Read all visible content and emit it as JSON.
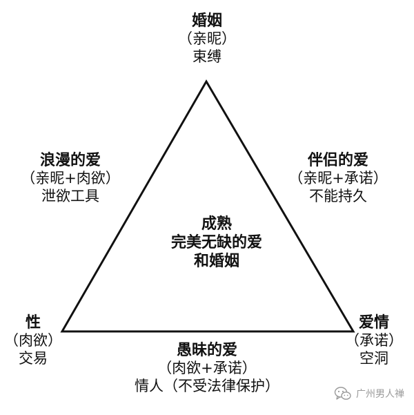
{
  "vertices": {
    "top": {
      "title": "婚姻",
      "line1": "（亲昵）",
      "line2": "束缚"
    },
    "bottom_left": {
      "title": "性",
      "line1": "（肉欲）",
      "line2": "交易"
    },
    "bottom_right": {
      "title": "爱情",
      "line1": "（承诺）",
      "line2": "空洞"
    }
  },
  "edges": {
    "left": {
      "title": "浪漫的爱",
      "line1": "（亲昵+肉欲）",
      "line2": "泄欲工具"
    },
    "right": {
      "title": "伴侣的爱",
      "line1": "（亲昵+承诺）",
      "line2": "不能持久"
    },
    "bottom": {
      "title": "愚昧的爱",
      "line1": "（肉欲+承诺）",
      "line2": "情人（不受法律保护）"
    }
  },
  "center": {
    "line1": "成熟",
    "line2": "完美无缺的爱",
    "line3": "和婚姻"
  },
  "watermark": {
    "text": "广州男人禅",
    "icon": "wechat-icon"
  },
  "colors": {
    "stroke": "#111111",
    "text": "#111111",
    "watermark": "#9a9a9a"
  }
}
